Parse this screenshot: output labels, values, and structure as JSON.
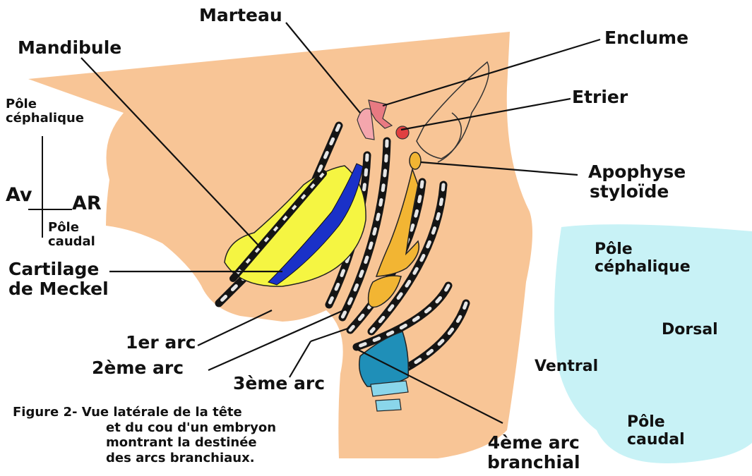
{
  "labels": {
    "marteau": "Marteau",
    "enclume": "Enclume",
    "etrier": "Etrier",
    "mandibule": "Mandibule",
    "apophyse_line1": "Apophyse",
    "apophyse_line2": "styloïde",
    "cartilage_line1": "Cartilage",
    "cartilage_line2": "de Meckel",
    "arc1": "1er arc",
    "arc2": "2ème arc",
    "arc3": "3ème arc",
    "arc4_line1": "4ème arc",
    "arc4_line2": "branchial"
  },
  "orientation": {
    "pole_cephalique_line1": "Pôle",
    "pole_cephalique_line2": "céphalique",
    "av": "Av",
    "ar": "AR",
    "pole_caudal_line1": "Pôle",
    "pole_caudal_line2": "caudal"
  },
  "key_panel": {
    "pole_cephalique_line1": "Pôle",
    "pole_cephalique_line2": "céphalique",
    "dorsal": "Dorsal",
    "ventral": "Ventral",
    "pole_caudal_line1": "Pôle",
    "pole_caudal_line2": "caudal"
  },
  "caption": {
    "line1": "Figure 2- Vue latérale de la tête",
    "line2": "et du cou d'un embryon",
    "line3": "montrant la destinée",
    "line4": "des arcs branchiaux."
  },
  "colors": {
    "skin": "#f8c596",
    "mandible": "#f5f542",
    "meckel": "#1a31c8",
    "stylo": "#f2b533",
    "arc4": "#1f8fb8",
    "malleus": "#f4a6ad",
    "incus": "#e87a82",
    "stapes": "#e04040",
    "key_panel": "#c8f2f6"
  }
}
